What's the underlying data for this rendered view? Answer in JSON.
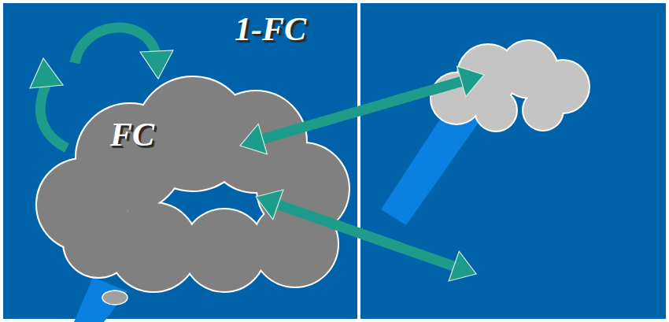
{
  "diagram": {
    "nodes": [
      {
        "text": [
          "1-FC"
        ]
      },
      {
        "text": [
          "FC"
        ],
        "in": 0
      }
    ]
  }
}
